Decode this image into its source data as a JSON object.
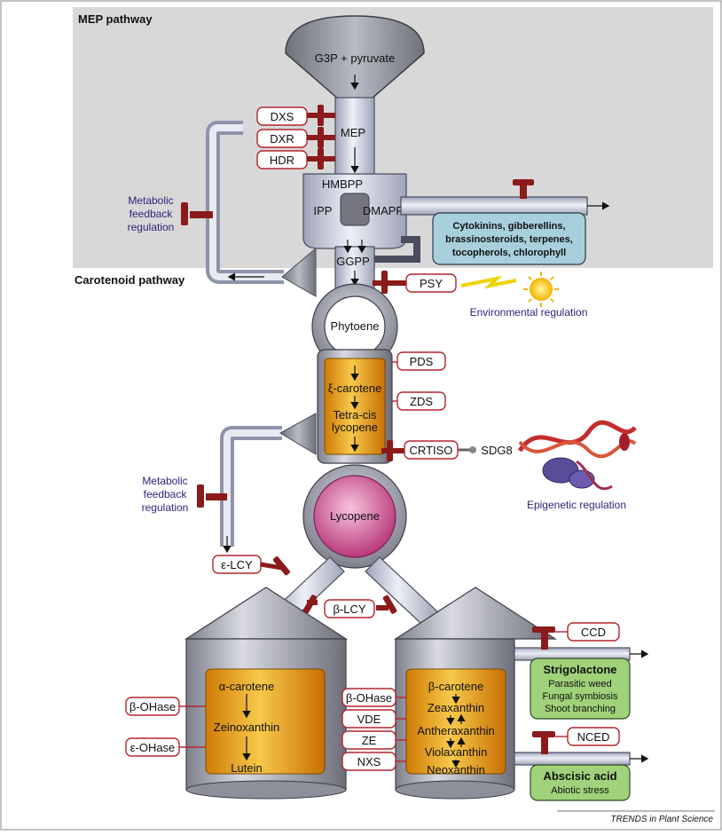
{
  "sections": {
    "mep_header": "MEP pathway",
    "carotenoid_header": "Carotenoid pathway"
  },
  "intermediates": {
    "g3p": "G3P + pyruvate",
    "mep": "MEP",
    "hmbpp": "HMBPP",
    "ipp": "IPP",
    "dmapp": "DMAPP",
    "ggpp": "GGPP",
    "phytoene": "Phytoene",
    "xi_carotene": "ξ-carotene",
    "tetra_cis_1": "Tetra-cis",
    "tetra_cis_2": "lycopene",
    "lycopene": "Lycopene",
    "alpha_carotene": "α-carotene",
    "zeinoxanthin": "Zeinoxanthin",
    "lutein": "Lutein",
    "beta_carotene": "β-carotene",
    "zeaxanthin": "Zeaxanthin",
    "antheraxanthin": "Antheraxanthin",
    "violaxanthin": "Violaxanthin",
    "neoxanthin": "Neoxanthin"
  },
  "enzymes": {
    "dxs": "DXS",
    "dxr": "DXR",
    "hdr": "HDR",
    "psy": "PSY",
    "pds": "PDS",
    "zds": "ZDS",
    "crtiso": "CRTISO",
    "sdg8": "SDG8",
    "e_lcy": "ε-LCY",
    "b_lcy": "β-LCY",
    "b_ohase_left": "β-OHase",
    "e_ohase": "ε-OHase",
    "b_ohase_right": "β-OHase",
    "vde": "VDE",
    "ze": "ZE",
    "nxs": "NXS",
    "ccd": "CCD",
    "nced": "NCED"
  },
  "outputs": {
    "terpenoids": [
      "Cytokinins, gibberellins,",
      "brassinosteroids, terpenes,",
      "tocopherols, chlorophyll"
    ],
    "strigolactone_title": "Strigolactone",
    "strigolactone_items": [
      "Parasitic weed",
      "Fungal symbiosis",
      "Shoot branching"
    ],
    "aba_title": "Abscisic acid",
    "aba_items": [
      "Abiotic stress"
    ]
  },
  "regulation": {
    "feedback_top": [
      "Metabolic",
      "feedback",
      "regulation"
    ],
    "feedback_mid": [
      "Metabolic",
      "feedback",
      "regulation"
    ],
    "environmental": "Environmental regulation",
    "epigenetic": "Epigenetic regulation"
  },
  "footer": "TRENDS in Plant Science",
  "colors": {
    "mep_panel": "#d9d8d8",
    "pipe": "#c8cde0",
    "pipe_edge": "#4a4d5c",
    "valve": "#8b1a1a",
    "enzyme_border": "#b3262d",
    "note": "#2e1f7a",
    "gold": "#e9a20f",
    "pink": "#c9478b",
    "terpenoid_box": "#a7d0dc",
    "green_box": "#9fd27a"
  }
}
